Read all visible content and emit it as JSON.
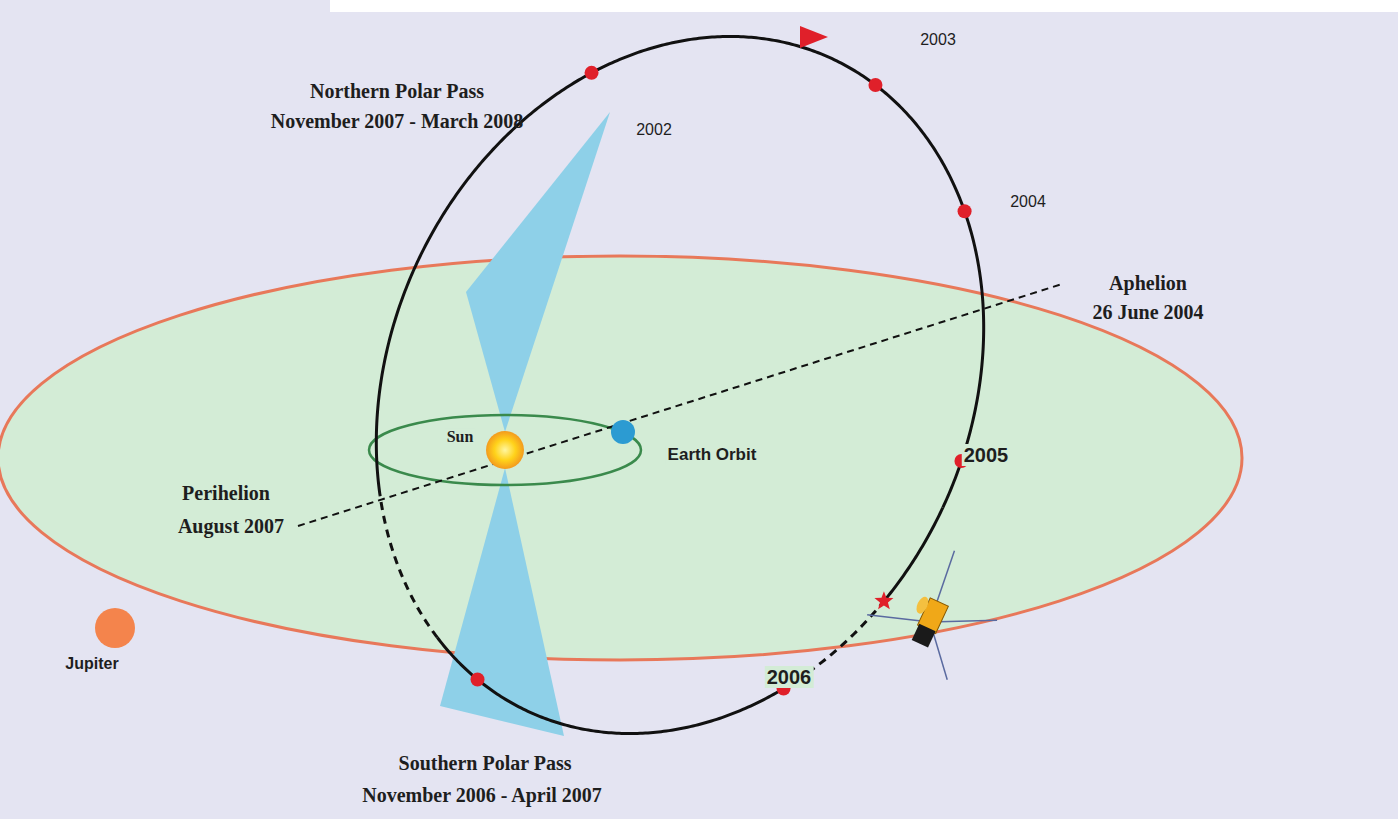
{
  "diagram": {
    "labels": [
      "Northern Polar Pass",
      "November 2007 - March 2008",
      "2002",
      "2003",
      "2004",
      "Aphelion",
      "26 June 2004",
      "Sun",
      "Earth Orbit",
      "2005",
      "Perihelion",
      "August 2007",
      "Jupiter",
      "2006",
      "Southern Polar Pass",
      "November 2006 - April 2007"
    ]
  }
}
